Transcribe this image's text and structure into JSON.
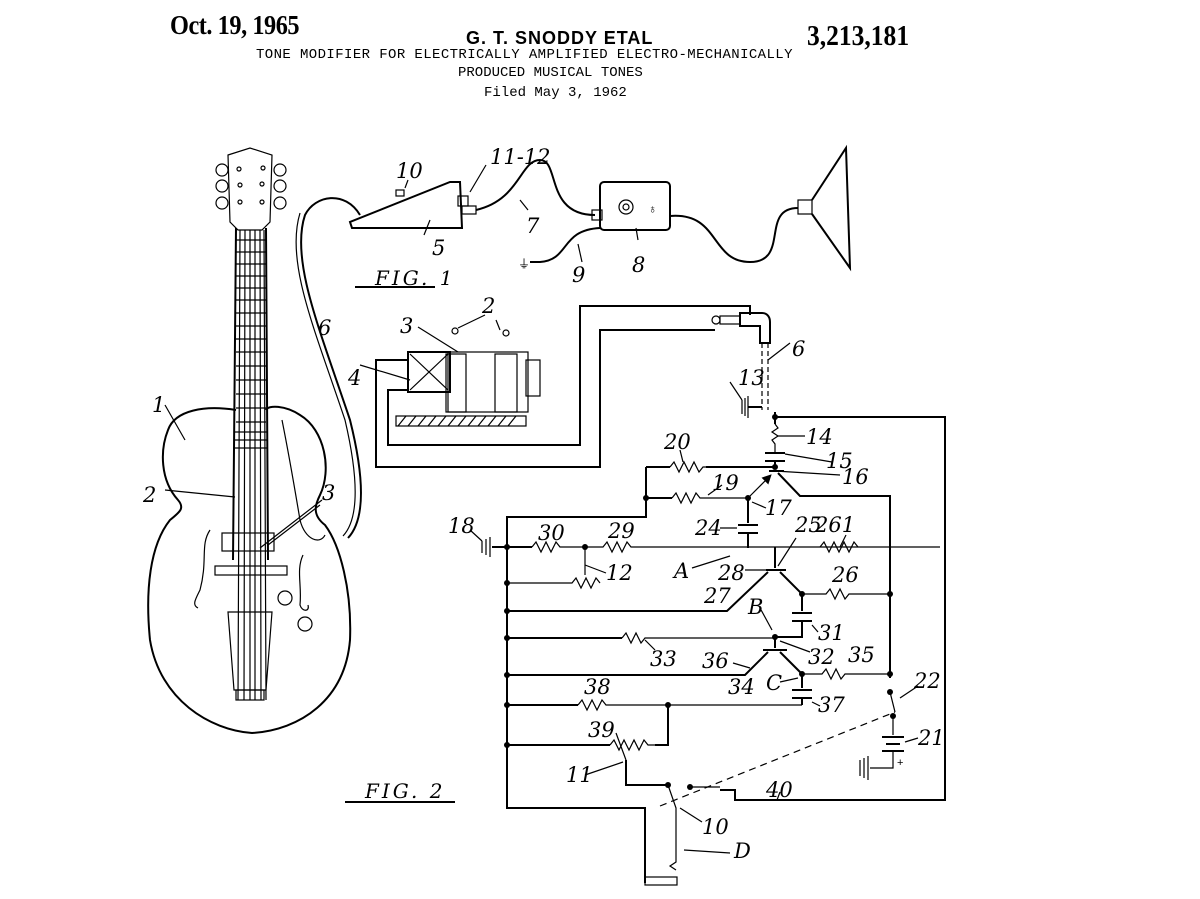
{
  "header": {
    "date": "Oct. 19, 1965",
    "inventor": "G. T. SNODDY ETAL",
    "patent_number": "3,213,181",
    "title_line1": "TONE MODIFIER FOR ELECTRICALLY AMPLIFIED ELECTRO-MECHANICALLY",
    "title_line2": "PRODUCED MUSICAL TONES",
    "filed": "Filed May 3, 1962"
  },
  "figures": {
    "fig1_label": "FIG. 1",
    "fig2_label": "FIG. 2"
  },
  "fig1_refs": {
    "r1": "1",
    "r2a": "2",
    "r3a": "3",
    "r6a": "6",
    "r10": "10",
    "r1112": "11-12",
    "r5": "5",
    "r7": "7",
    "r8": "8",
    "r9": "9",
    "r2b": "2",
    "r3b": "3",
    "r4": "4",
    "r6b": "6"
  },
  "fig2_refs": {
    "r13": "13",
    "r14": "14",
    "r15": "15",
    "r16": "16",
    "r17": "17",
    "r18": "18",
    "r19": "19",
    "r20": "20",
    "r21": "21",
    "r22": "22",
    "r24": "24",
    "r25": "25",
    "r261": "261",
    "r26": "26",
    "r27": "27",
    "r28": "28",
    "r29": "29",
    "r30": "30",
    "r12": "12",
    "r31": "31",
    "r32": "32",
    "r33": "33",
    "r34": "34",
    "r35": "35",
    "r36": "36",
    "r37": "37",
    "r38": "38",
    "r39": "39",
    "r11": "11",
    "r10": "10",
    "r40": "40",
    "A": "A",
    "B": "B",
    "C": "C",
    "D": "D"
  }
}
